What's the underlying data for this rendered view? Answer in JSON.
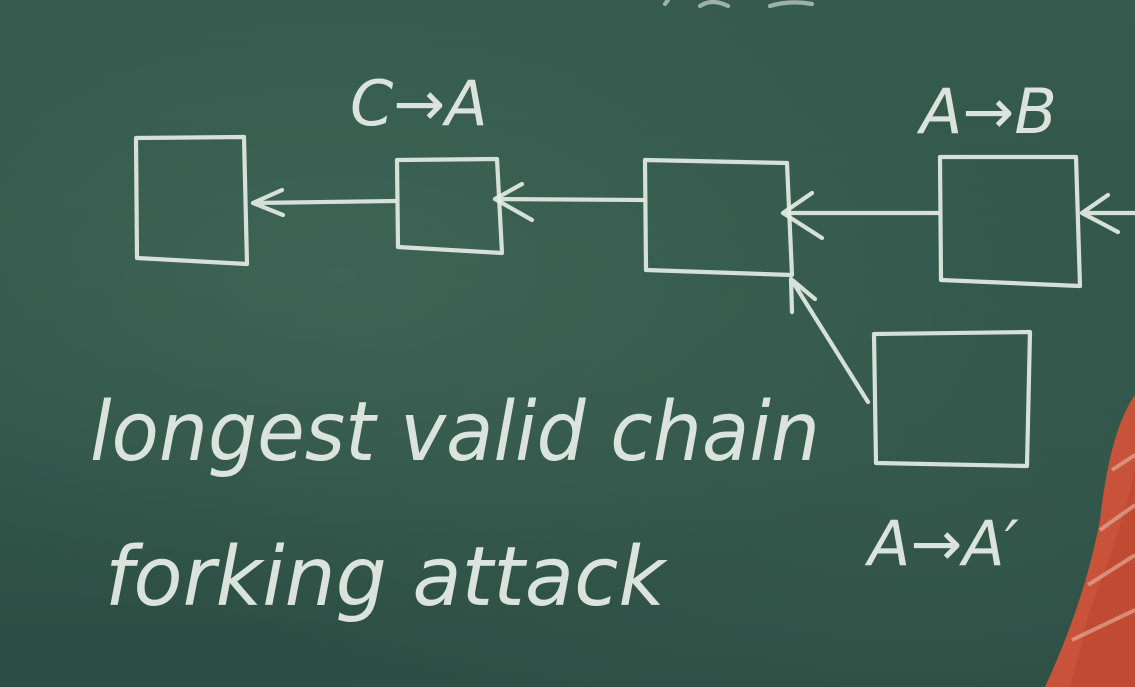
{
  "board": {
    "label_c_to_a": "C→A",
    "label_a_to_b": "A→B",
    "label_a_to_a_prime": "A→A′",
    "line1": "longest valid chain",
    "line2": "forking attack"
  },
  "colors": {
    "chalkboard": "#31564a",
    "chalk": "#e4ebe6",
    "sleeve": "#c9533a"
  }
}
